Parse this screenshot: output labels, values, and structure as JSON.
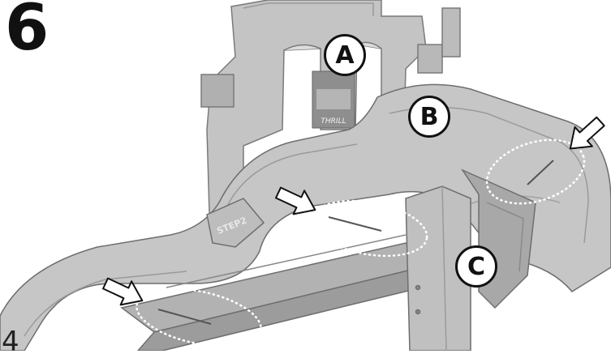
{
  "step": {
    "number": "6"
  },
  "parts": [
    {
      "id": "a",
      "label": "A"
    },
    {
      "id": "b",
      "label": "B"
    },
    {
      "id": "c",
      "label": "C"
    }
  ],
  "decal_text": "THRILL",
  "logo_text": "STEP2",
  "page_number": "4",
  "colors": {
    "plastic_light": "#c8c8c8",
    "plastic_mid": "#b4b4b4",
    "plastic_dark": "#8c8c8c",
    "outline": "#6e6e6e",
    "highlight": "#e2e2e2",
    "arrow_fill": "#ffffff",
    "label_border": "#111111"
  }
}
